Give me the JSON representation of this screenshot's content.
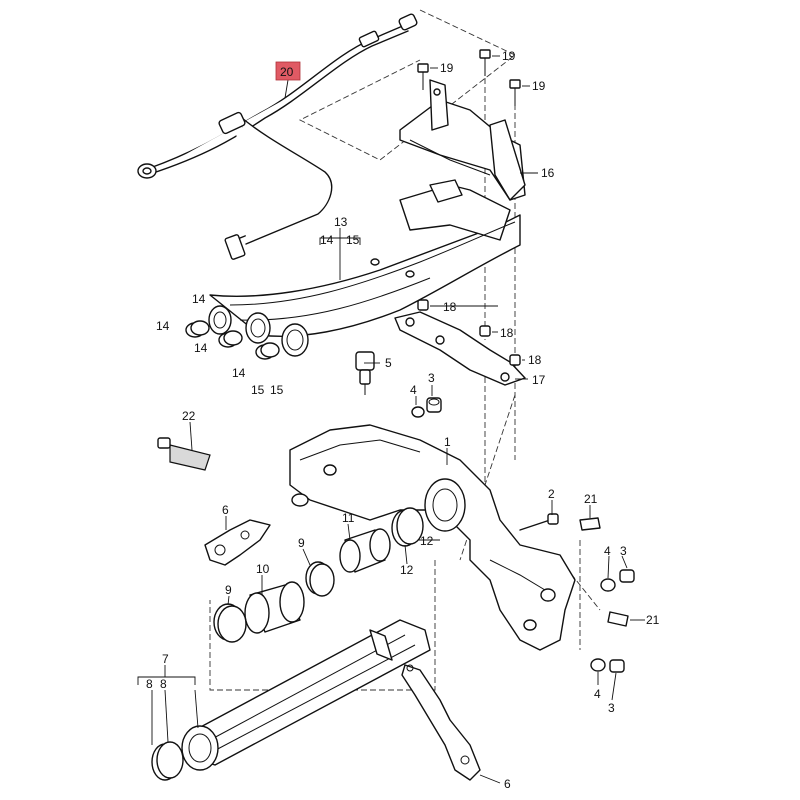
{
  "labels": {
    "p1": "1",
    "p2": "2",
    "p3a": "3",
    "p3b": "3",
    "p3c": "3",
    "p4a": "4",
    "p4b": "4",
    "p4c": "4",
    "p5": "5",
    "p6a": "6",
    "p6b": "6",
    "p7": "7",
    "p8a": "8",
    "p8b": "8",
    "p9a": "9",
    "p9b": "9",
    "p10": "10",
    "p11": "11",
    "p12a": "12",
    "p12b": "12",
    "p13": "13",
    "p14a": "14",
    "p14b": "14",
    "p14c": "14",
    "p14d": "14",
    "p14e": "14",
    "p15a": "15",
    "p15b": "15",
    "p15c": "15",
    "p16": "16",
    "p17": "17",
    "p18a": "18",
    "p18b": "18",
    "p18c": "18",
    "p19a": "19",
    "p19b": "19",
    "p19c": "19",
    "p20": "20",
    "p21a": "21",
    "p21b": "21",
    "p22": "22"
  },
  "colors": {
    "highlight": "#e05a64",
    "line": "#111111"
  }
}
